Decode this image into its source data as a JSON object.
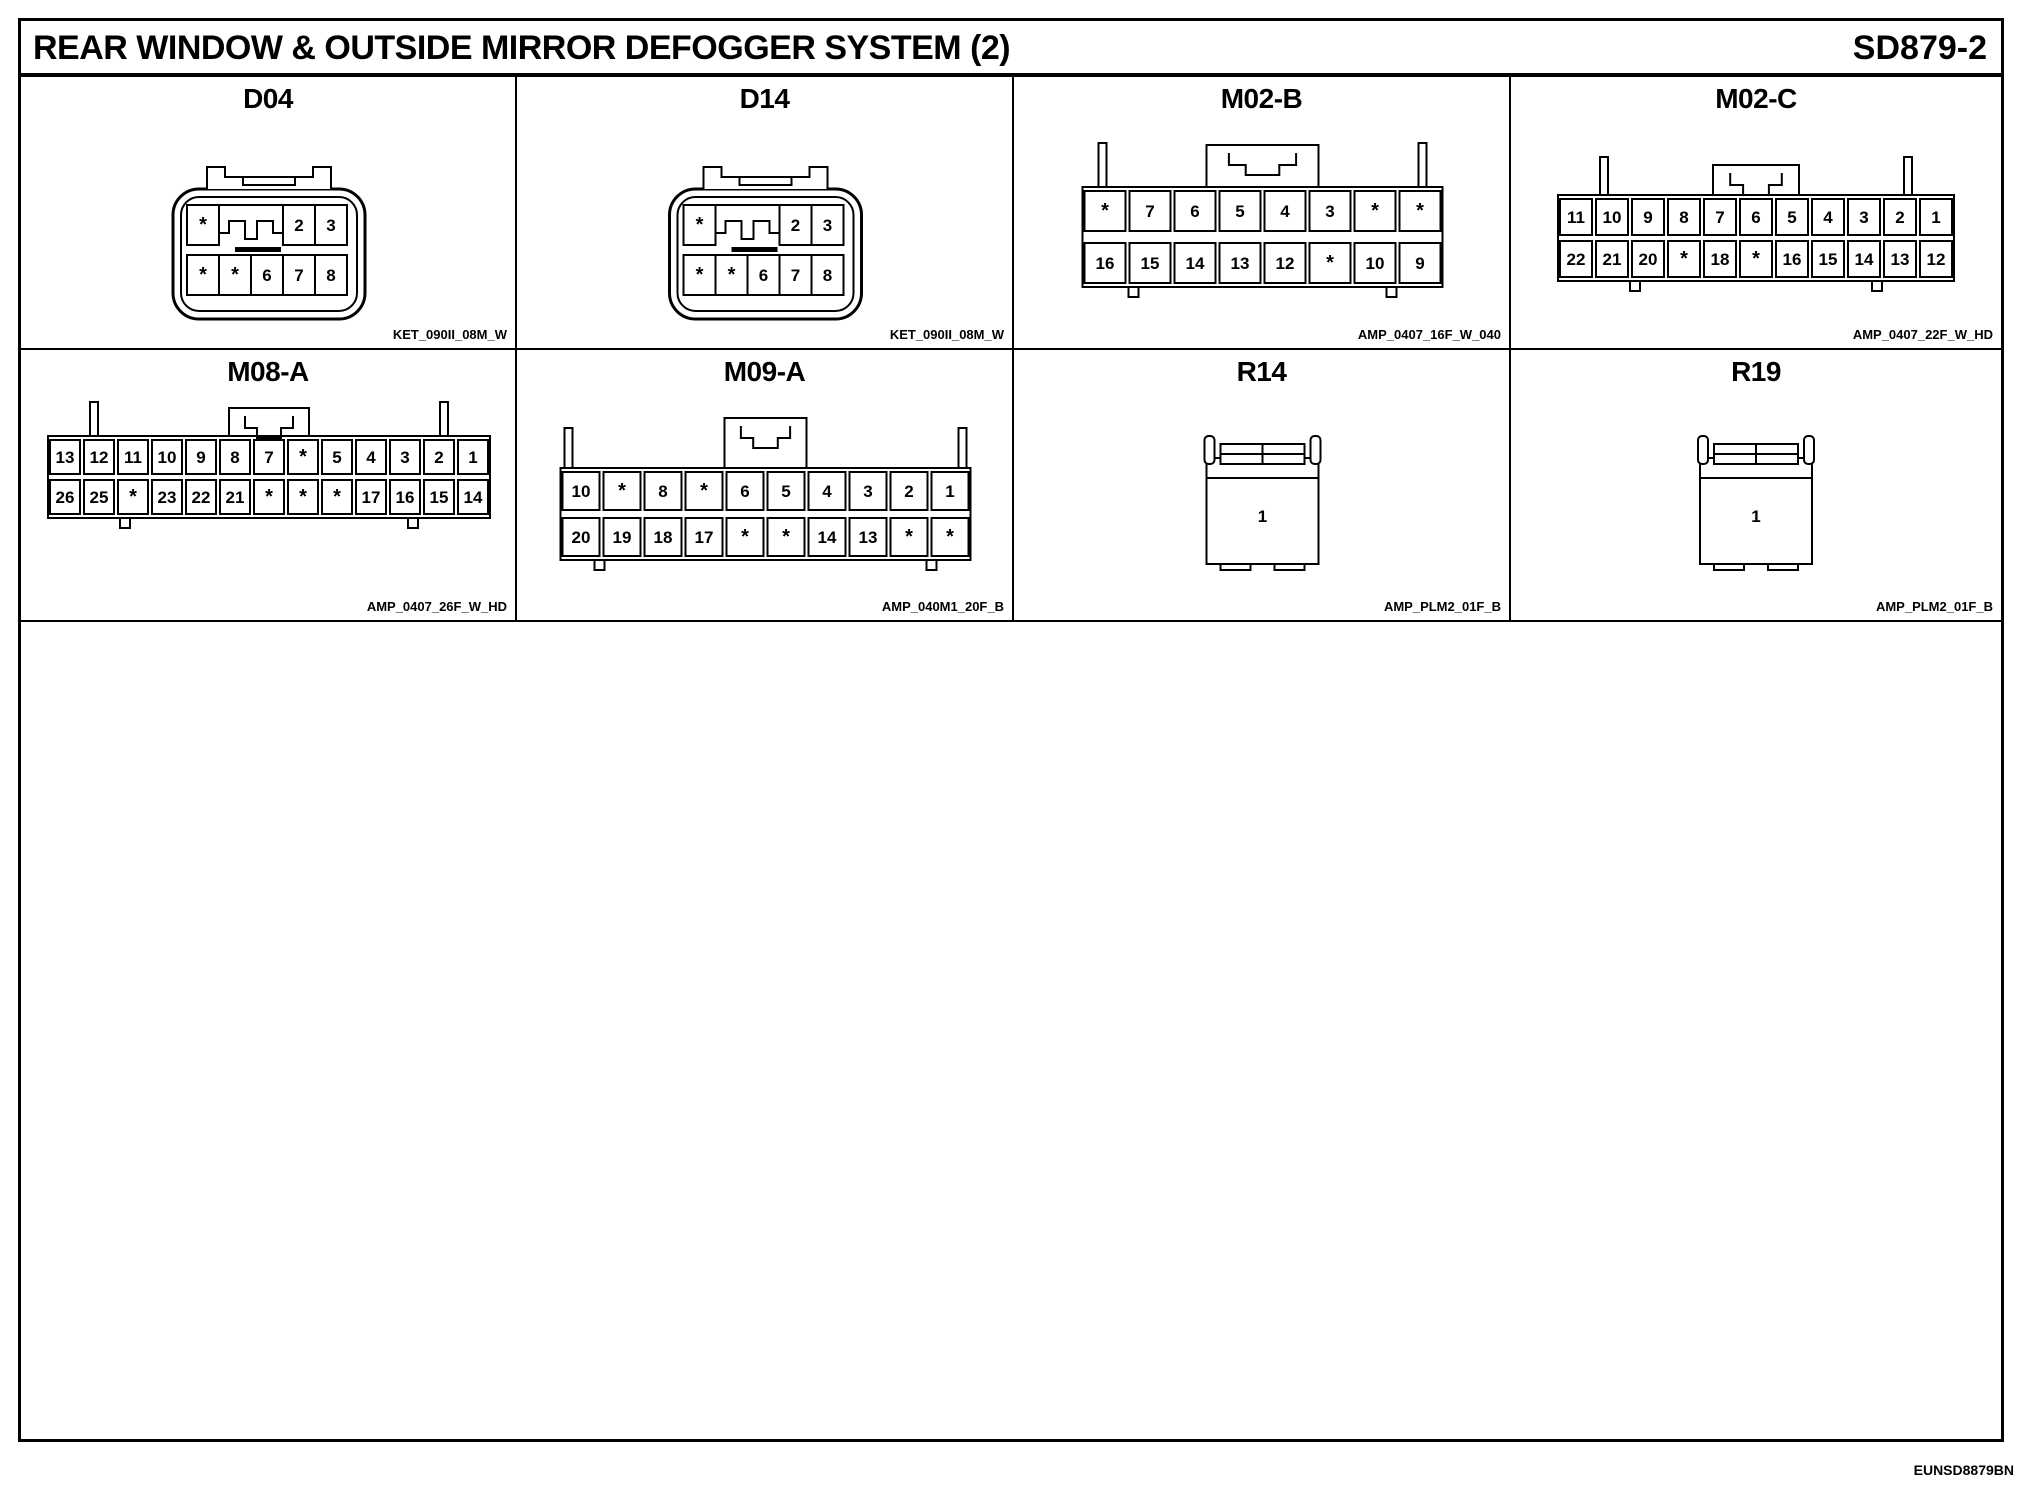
{
  "page": {
    "title": "REAR WINDOW & OUTSIDE MIRROR DEFOGGER SYSTEM (2)",
    "code": "SD879-2",
    "footer_code": "EUNSD8879BN"
  },
  "connectors": [
    {
      "name": "D04",
      "part": "KET_090II_08M_W",
      "shape": "ket8",
      "rows": [
        [
          "*",
          "",
          "2",
          "3"
        ],
        [
          "*",
          "*",
          "6",
          "7",
          "8"
        ]
      ]
    },
    {
      "name": "D14",
      "part": "KET_090II_08M_W",
      "shape": "ket8",
      "rows": [
        [
          "*",
          "",
          "2",
          "3"
        ],
        [
          "*",
          "*",
          "6",
          "7",
          "8"
        ]
      ]
    },
    {
      "name": "M02-B",
      "part": "AMP_0407_16F_W_040",
      "shape": "amp",
      "rows": [
        [
          "*",
          "7",
          "6",
          "5",
          "4",
          "3",
          "*",
          "*"
        ],
        [
          "16",
          "15",
          "14",
          "13",
          "12",
          "*",
          "10",
          "9"
        ]
      ]
    },
    {
      "name": "M02-C",
      "part": "AMP_0407_22F_W_HD",
      "shape": "amp",
      "rows": [
        [
          "11",
          "10",
          "9",
          "8",
          "7",
          "6",
          "5",
          "4",
          "3",
          "2",
          "1"
        ],
        [
          "22",
          "21",
          "20",
          "*",
          "18",
          "*",
          "16",
          "15",
          "14",
          "13",
          "12"
        ]
      ]
    },
    {
      "name": "M08-A",
      "part": "AMP_0407_26F_W_HD",
      "shape": "amp",
      "rows": [
        [
          "13",
          "12",
          "11",
          "10",
          "9",
          "8",
          "7",
          "*",
          "5",
          "4",
          "3",
          "2",
          "1"
        ],
        [
          "26",
          "25",
          "*",
          "23",
          "22",
          "21",
          "*",
          "*",
          "*",
          "17",
          "16",
          "15",
          "14"
        ]
      ]
    },
    {
      "name": "M09-A",
      "part": "AMP_040M1_20F_B",
      "shape": "amp20",
      "rows": [
        [
          "10",
          "*",
          "8",
          "*",
          "6",
          "5",
          "4",
          "3",
          "2",
          "1"
        ],
        [
          "20",
          "19",
          "18",
          "17",
          "*",
          "*",
          "14",
          "13",
          "*",
          "*"
        ]
      ]
    },
    {
      "name": "R14",
      "part": "AMP_PLM2_01F_B",
      "shape": "single",
      "rows": [
        [
          "1"
        ]
      ]
    },
    {
      "name": "R19",
      "part": "AMP_PLM2_01F_B",
      "shape": "single",
      "rows": [
        [
          "1"
        ]
      ]
    }
  ]
}
